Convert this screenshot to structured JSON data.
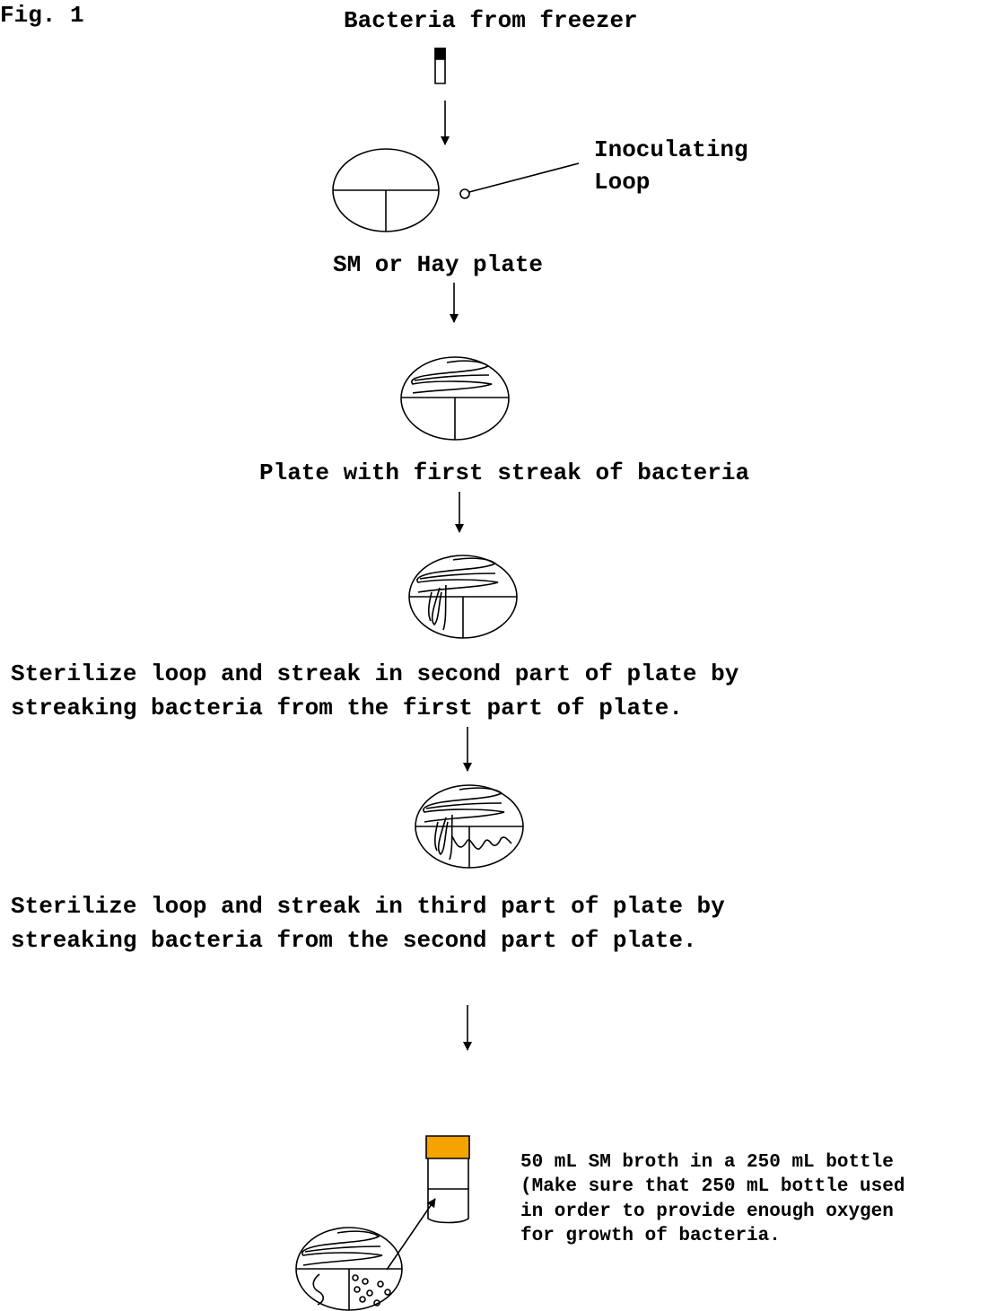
{
  "figure": {
    "label": "Fig. 1",
    "captions": {
      "freezer": "Bacteria from freezer",
      "loop": "Inoculating\nLoop",
      "plate": "SM or Hay plate",
      "first_streak": "Plate with first streak of bacteria",
      "second_streak": "Sterilize loop and streak in second part of plate by\nstreaking bacteria from the first part of plate.",
      "third_streak": "Sterilize loop and streak in third part of plate by\nstreaking bacteria from the second part of plate.",
      "broth": "50 mL SM broth in a 250 mL bottle\n(Make sure that 250 mL bottle used\nin order to provide enough oxygen\nfor growth of bacteria."
    },
    "colors": {
      "line": "#000000",
      "cap": "#f5a300",
      "background": "#ffffff"
    }
  }
}
